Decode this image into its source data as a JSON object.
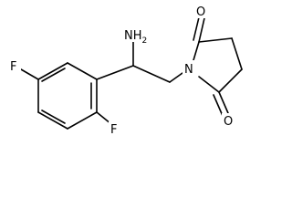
{
  "molecule": {
    "atoms": {
      "amine": "NH2",
      "amine_main": "NH",
      "amine_sub": "2",
      "imide_n": "N",
      "carbonyl_o_top": "O",
      "carbonyl_o_bottom": "O",
      "fluorine_left": "F",
      "fluorine_bottom": "F"
    }
  }
}
